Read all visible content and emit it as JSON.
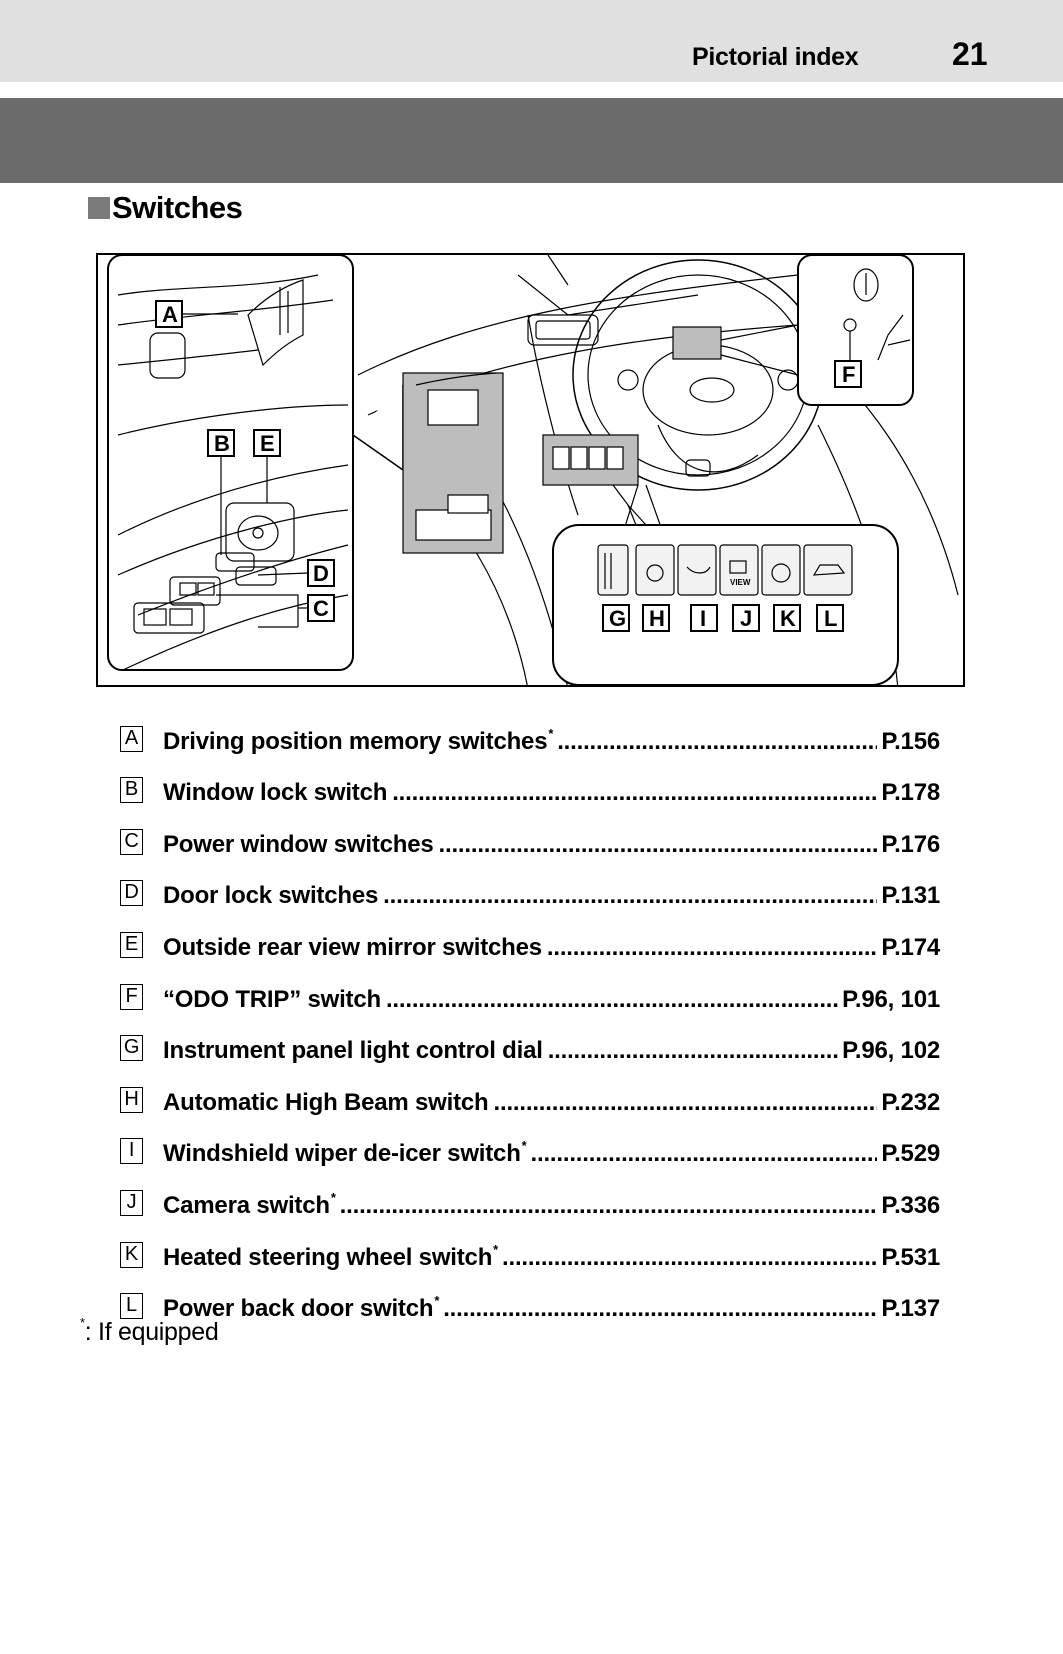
{
  "header": {
    "section_title": "Pictorial index",
    "page_number": "21"
  },
  "heading": {
    "title": "Switches"
  },
  "figure": {
    "callouts": [
      "A",
      "B",
      "E",
      "D",
      "C",
      "F",
      "G",
      "H",
      "I",
      "J",
      "K",
      "L"
    ],
    "view_label": "VIEW"
  },
  "index": {
    "items": [
      {
        "letter": "A",
        "label": "Driving position memory switches",
        "asterisk": "*",
        "page": "P.156"
      },
      {
        "letter": "B",
        "label": "Window lock switch",
        "asterisk": "",
        "page": "P.178"
      },
      {
        "letter": "C",
        "label": "Power window switches",
        "asterisk": "",
        "page": "P.176"
      },
      {
        "letter": "D",
        "label": "Door lock switches",
        "asterisk": "",
        "page": "P.131"
      },
      {
        "letter": "E",
        "label": "Outside rear view mirror switches",
        "asterisk": "",
        "page": "P.174"
      },
      {
        "letter": "F",
        "label": "“ODO TRIP” switch",
        "asterisk": "",
        "page": "P.96, 101"
      },
      {
        "letter": "G",
        "label": "Instrument panel light control dial",
        "asterisk": "",
        "page": "P.96, 102"
      },
      {
        "letter": "H",
        "label": "Automatic High Beam switch",
        "asterisk": "",
        "page": "P.232"
      },
      {
        "letter": "I",
        "label": "Windshield wiper de-icer switch",
        "asterisk": "*",
        "page": "P.529"
      },
      {
        "letter": "J",
        "label": "Camera switch",
        "asterisk": "*",
        "page": "P.336"
      },
      {
        "letter": "K",
        "label": "Heated steering wheel switch",
        "asterisk": "*",
        "page": "P.531"
      },
      {
        "letter": "L",
        "label": "Power back door switch",
        "asterisk": "*",
        "page": "P.137"
      }
    ]
  },
  "footnote": {
    "marker": "*",
    "text": ": If equipped"
  }
}
